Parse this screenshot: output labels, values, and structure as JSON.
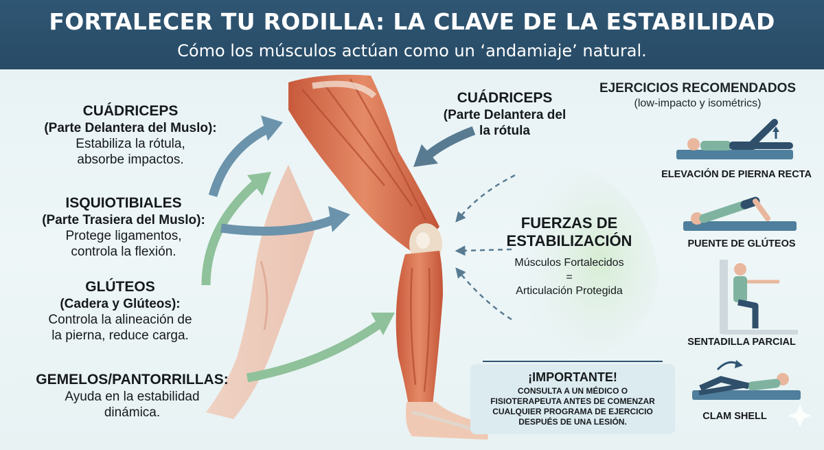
{
  "header": {
    "title": "FORTALECER TU RODILLA: LA CLAVE DE LA ESTABILIDAD",
    "subtitle": "Cómo los músculos actúan como un ‘andamiaje’ natural."
  },
  "left_labels": {
    "quadriceps": {
      "name": "CUÁDRICEPS",
      "subtitle": "(Parte Delantera del Muslo):",
      "desc1": "Estabiliza la rótula,",
      "desc2": "absorbe impactos."
    },
    "hamstrings": {
      "name": "ISQUIOTIBIALES",
      "subtitle": "(Parte Trasiera del Muslo):",
      "desc1": "Protege ligamentos,",
      "desc2": "controla la flexión."
    },
    "glutes": {
      "name": "GLÚTEOS",
      "subtitle": "(Cadera y Glúteos):",
      "desc1": "Controla la alineación de",
      "desc2": "la pierna, reduce carga."
    },
    "calves": {
      "name": "GEMELOS/PANTORRILLAS:",
      "desc1": "Ayuda en la estabilidad",
      "desc2": "dinámica."
    }
  },
  "right_quad_label": {
    "name": "CUÁDRICEPS",
    "line1": "(Parte Delantera del",
    "line2": "la rótula"
  },
  "forces": {
    "title_line1": "FUERZAS DE",
    "title_line2": "ESTABILIZACIÓN",
    "line1": "Músculos Fortalecidos",
    "equals": "=",
    "line2": "Articulación Protegida"
  },
  "important": {
    "title": "¡IMPORTANTE!",
    "line1": "CONSULTA A UN MÉDICO O",
    "line2": "FISIOTERAPEUTA ANTES DE COMENZAR",
    "line3": "CUALQUIER PROGRAMA DE EJERCICIO",
    "line4": "DESPUÉS DE UNA LESIÓN."
  },
  "exercises": {
    "title": "EJERCICIOS RECOMENDADOS",
    "subtitle": "(low-impacto y isométrics)",
    "items": [
      {
        "label": "ELEVACIÓN DE PIERNA RECTA"
      },
      {
        "label": "PUENTE DE GLÚTEOS"
      },
      {
        "label": "SENTADILLA PARCIAL"
      },
      {
        "label": "CLAM SHELL"
      }
    ]
  },
  "colors": {
    "header_bg": "#2f5673",
    "arrow_blue": "#6b93ab",
    "arrow_green": "#8fc19a",
    "muscle": "#d9704f",
    "mat": "#4f7f9c",
    "shirt": "#7fb3a0"
  }
}
